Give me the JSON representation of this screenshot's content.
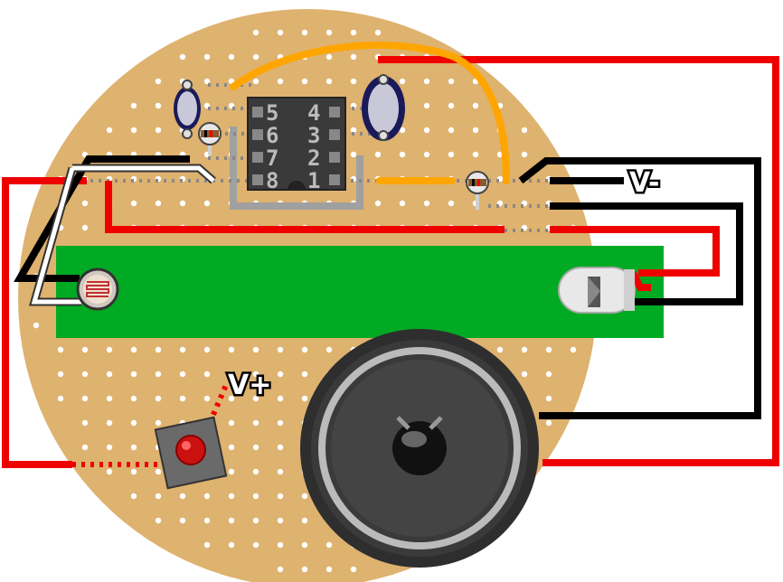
{
  "labels": {
    "v_minus": "V-",
    "v_plus": "V+"
  },
  "ic": {
    "pins_top": [
      "5",
      "4"
    ],
    "pins_rows": [
      [
        "5",
        "4"
      ],
      [
        "6",
        "3"
      ],
      [
        "7",
        "2"
      ],
      [
        "8",
        "1"
      ]
    ]
  },
  "colors": {
    "board": "#deb26f",
    "strip": "#00aa22",
    "red_wire": "#ee0000",
    "black_wire": "#000000",
    "orange_wire": "#ffa500",
    "ic_body": "#3a3a3a",
    "speaker_outer": "#2e2e2e",
    "button_cap": "#cc1111"
  },
  "icons": {
    "photoresistor": "ldr-icon",
    "led": "led-icon",
    "speaker": "speaker-icon",
    "button": "push-button-icon",
    "capacitor": "capacitor-icon",
    "resistor": "resistor-icon",
    "ic": "ic-chip-icon"
  }
}
